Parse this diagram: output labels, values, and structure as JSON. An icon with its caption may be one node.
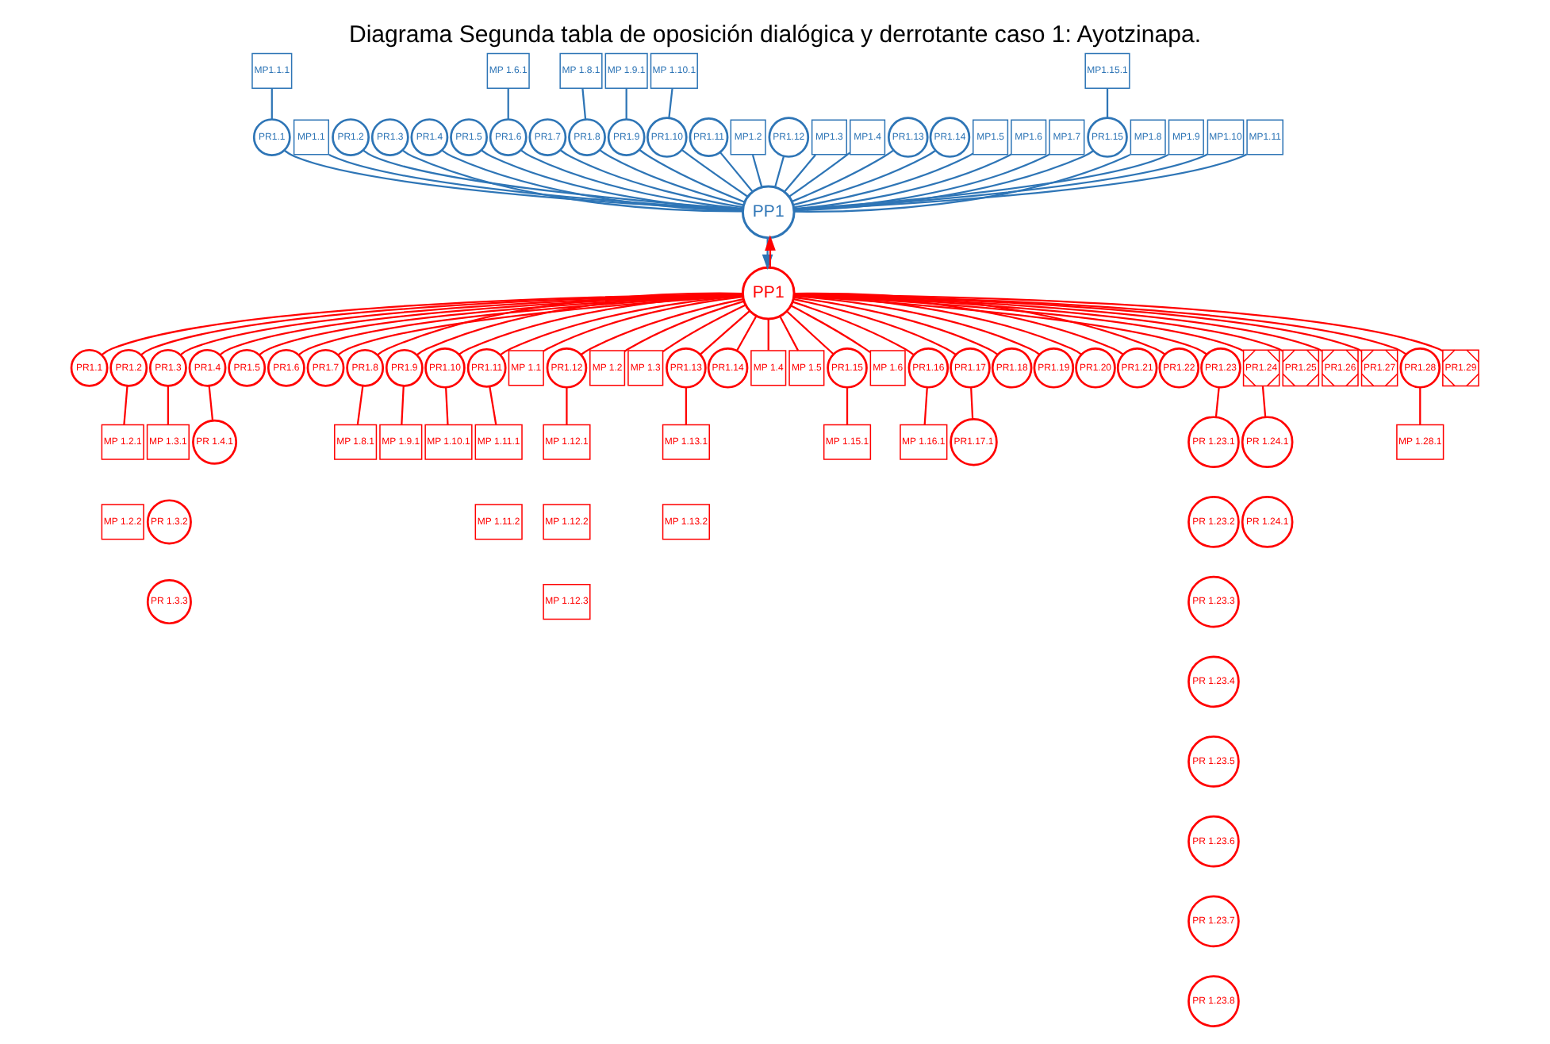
{
  "diagram": {
    "title": "Diagrama Segunda tabla de oposición dialógica y derrotante caso 1: Ayotzinapa.",
    "nodes": [
      {
        "text": [
          "MP1.1.1"
        ]
      },
      {
        "text": [
          "MP 1.6.1"
        ]
      },
      {
        "text": [
          "MP 1.8.1"
        ]
      },
      {
        "text": [
          "MP 1.9.1"
        ]
      },
      {
        "text": [
          "MP 1.10.1"
        ]
      },
      {
        "text": [
          "MP1.15.1"
        ]
      },
      {
        "text": [
          "PR1.1"
        ]
      },
      {
        "text": [
          "MP1.1"
        ]
      },
      {
        "text": [
          "PR1.2"
        ]
      },
      {
        "text": [
          "PR1.3"
        ]
      },
      {
        "text": [
          "PR1.4"
        ]
      },
      {
        "text": [
          "PR1.5"
        ]
      },
      {
        "text": [
          "PR1.6"
        ]
      },
      {
        "text": [
          "PR1.7"
        ]
      },
      {
        "text": [
          "PR1.8"
        ]
      },
      {
        "text": [
          "PR1.9"
        ]
      },
      {
        "text": [
          "PR1.10"
        ]
      },
      {
        "text": [
          "PR1.11"
        ]
      },
      {
        "text": [
          "MP1.2"
        ]
      },
      {
        "text": [
          "PR1.12"
        ]
      },
      {
        "text": [
          "MP1.3"
        ]
      },
      {
        "text": [
          "MP1.4"
        ]
      },
      {
        "text": [
          "PR1.13"
        ]
      },
      {
        "text": [
          "PR1.14"
        ]
      },
      {
        "text": [
          "MP1.5"
        ]
      },
      {
        "text": [
          "MP1.6"
        ]
      },
      {
        "text": [
          "MP1.7"
        ]
      },
      {
        "text": [
          "PR1.15"
        ]
      },
      {
        "text": [
          "MP1.8"
        ]
      },
      {
        "text": [
          "MP1.9"
        ]
      },
      {
        "text": [
          "MP1.10"
        ]
      },
      {
        "text": [
          "MP1.11"
        ]
      },
      {
        "text": [
          "PP1"
        ]
      },
      {
        "text": [
          "PP1"
        ]
      },
      {
        "text": [
          "PR1.1"
        ]
      },
      {
        "text": [
          "PR1.2"
        ]
      },
      {
        "text": [
          "PR1.3"
        ]
      },
      {
        "text": [
          "PR1.4"
        ]
      },
      {
        "text": [
          "PR1.5"
        ]
      },
      {
        "text": [
          "PR1.6"
        ]
      },
      {
        "text": [
          "PR1.7"
        ]
      },
      {
        "text": [
          "PR1.8"
        ]
      },
      {
        "text": [
          "PR1.9"
        ]
      },
      {
        "text": [
          "PR1.10"
        ]
      },
      {
        "text": [
          "PR1.11"
        ]
      },
      {
        "text": [
          "MP 1.1"
        ]
      },
      {
        "text": [
          "PR1.12"
        ]
      },
      {
        "text": [
          "MP 1.2"
        ]
      },
      {
        "text": [
          "MP 1.3"
        ]
      },
      {
        "text": [
          "PR1.13"
        ]
      },
      {
        "text": [
          "PR1.14"
        ]
      },
      {
        "text": [
          "MP 1.4"
        ]
      },
      {
        "text": [
          "MP 1.5"
        ]
      },
      {
        "text": [
          "PR1.15"
        ]
      },
      {
        "text": [
          "MP 1.6"
        ]
      },
      {
        "text": [
          "PR1.16"
        ]
      },
      {
        "text": [
          "PR1.17"
        ]
      },
      {
        "text": [
          "PR1.18"
        ]
      },
      {
        "text": [
          "PR1.19"
        ]
      },
      {
        "text": [
          "PR1.20"
        ]
      },
      {
        "text": [
          "PR1.21"
        ]
      },
      {
        "text": [
          "PR1.22"
        ]
      },
      {
        "text": [
          "PR1.23"
        ]
      },
      {
        "text": [
          "PR1.24"
        ]
      },
      {
        "text": [
          "PR1.25"
        ]
      },
      {
        "text": [
          "PR1.26"
        ]
      },
      {
        "text": [
          "PR1.27"
        ]
      },
      {
        "text": [
          "PR1.28"
        ]
      },
      {
        "text": [
          "PR1.29"
        ]
      },
      {
        "text": [
          "MP 1.2.1"
        ]
      },
      {
        "text": [
          "MP 1.3.1"
        ]
      },
      {
        "text": [
          "PR 1.4.1"
        ]
      },
      {
        "text": [
          "MP 1.8.1"
        ]
      },
      {
        "text": [
          "MP 1.9.1"
        ]
      },
      {
        "text": [
          "MP 1.10.1"
        ]
      },
      {
        "text": [
          "MP 1.11.1"
        ]
      },
      {
        "text": [
          "MP 1.12.1"
        ]
      },
      {
        "text": [
          "MP 1.13.1"
        ]
      },
      {
        "text": [
          "MP 1.15.1"
        ]
      },
      {
        "text": [
          "MP 1.16.1"
        ]
      },
      {
        "text": [
          "PR1.17.1"
        ]
      },
      {
        "text": [
          "PR 1.23.1"
        ]
      },
      {
        "text": [
          "PR 1.24.1"
        ]
      },
      {
        "text": [
          "MP 1.28.1"
        ]
      },
      {
        "text": [
          "MP 1.2.2"
        ]
      },
      {
        "text": [
          "PR 1.3.2"
        ]
      },
      {
        "text": [
          "MP 1.11.2"
        ]
      },
      {
        "text": [
          "MP 1.12.2"
        ]
      },
      {
        "text": [
          "MP 1.13.2"
        ]
      },
      {
        "text": [
          "PR 1.23.2"
        ]
      },
      {
        "text": [
          "PR 1.24.1"
        ]
      },
      {
        "text": [
          "PR 1.3.3"
        ]
      },
      {
        "text": [
          "MP 1.12.3"
        ]
      },
      {
        "text": [
          "PR 1.23.3"
        ]
      },
      {
        "text": [
          "PR 1.23.4"
        ]
      },
      {
        "text": [
          "PR 1.23.5"
        ]
      },
      {
        "text": [
          "PR 1.23.6"
        ]
      },
      {
        "text": [
          "PR 1.23.7"
        ]
      },
      {
        "text": [
          "PR 1.23.8"
        ]
      }
    ],
    "edges": [
      {
        "from": 0,
        "to": 6,
        "arrow": "none",
        "color": "#2e75b6"
      },
      {
        "from": 1,
        "to": 12,
        "arrow": "none",
        "color": "#2e75b6"
      },
      {
        "from": 2,
        "to": 14,
        "arrow": "none",
        "color": "#2e75b6"
      },
      {
        "from": 3,
        "to": 15,
        "arrow": "none",
        "color": "#2e75b6"
      },
      {
        "from": 4,
        "to": 16,
        "arrow": "none",
        "color": "#2e75b6"
      },
      {
        "from": 5,
        "to": 27,
        "arrow": "none",
        "color": "#2e75b6"
      },
      {
        "from": 6,
        "to": 32,
        "arrow": "none",
        "color": "#2e75b6"
      },
      {
        "from": 7,
        "to": 32,
        "arrow": "none",
        "color": "#2e75b6"
      },
      {
        "from": 8,
        "to": 32,
        "arrow": "none",
        "color": "#2e75b6"
      },
      {
        "from": 9,
        "to": 32,
        "arrow": "none",
        "color": "#2e75b6"
      },
      {
        "from": 10,
        "to": 32,
        "arrow": "none",
        "color": "#2e75b6"
      },
      {
        "from": 11,
        "to": 32,
        "arrow": "none",
        "color": "#2e75b6"
      },
      {
        "from": 12,
        "to": 32,
        "arrow": "none",
        "color": "#2e75b6"
      },
      {
        "from": 13,
        "to": 32,
        "arrow": "none",
        "color": "#2e75b6"
      },
      {
        "from": 14,
        "to": 32,
        "arrow": "none",
        "color": "#2e75b6"
      },
      {
        "from": 15,
        "to": 32,
        "arrow": "none",
        "color": "#2e75b6"
      },
      {
        "from": 16,
        "to": 32,
        "arrow": "none",
        "color": "#2e75b6"
      },
      {
        "from": 17,
        "to": 32,
        "arrow": "none",
        "color": "#2e75b6"
      },
      {
        "from": 18,
        "to": 32,
        "arrow": "none",
        "color": "#2e75b6"
      },
      {
        "from": 19,
        "to": 32,
        "arrow": "none",
        "color": "#2e75b6"
      },
      {
        "from": 20,
        "to": 32,
        "arrow": "none",
        "color": "#2e75b6"
      },
      {
        "from": 21,
        "to": 32,
        "arrow": "none",
        "color": "#2e75b6"
      },
      {
        "from": 22,
        "to": 32,
        "arrow": "none",
        "color": "#2e75b6"
      },
      {
        "from": 23,
        "to": 32,
        "arrow": "none",
        "color": "#2e75b6"
      },
      {
        "from": 24,
        "to": 32,
        "arrow": "none",
        "color": "#2e75b6"
      },
      {
        "from": 25,
        "to": 32,
        "arrow": "none",
        "color": "#2e75b6"
      },
      {
        "from": 26,
        "to": 32,
        "arrow": "none",
        "color": "#2e75b6"
      },
      {
        "from": 27,
        "to": 32,
        "arrow": "none",
        "color": "#2e75b6"
      },
      {
        "from": 28,
        "to": 32,
        "arrow": "none",
        "color": "#2e75b6"
      },
      {
        "from": 29,
        "to": 32,
        "arrow": "none",
        "color": "#2e75b6"
      },
      {
        "from": 30,
        "to": 32,
        "arrow": "none",
        "color": "#2e75b6"
      },
      {
        "from": 31,
        "to": 32,
        "arrow": "none",
        "color": "#2e75b6"
      },
      {
        "from": 32,
        "to": 33,
        "arrow": "to",
        "color": "#2e75b6"
      },
      {
        "from": 33,
        "to": 32,
        "arrow": "to"
      },
      {
        "from": 33,
        "to": 34,
        "arrow": "none"
      },
      {
        "from": 33,
        "to": 35,
        "arrow": "none"
      },
      {
        "from": 33,
        "to": 36,
        "arrow": "none"
      },
      {
        "from": 33,
        "to": 37,
        "arrow": "none"
      },
      {
        "from": 33,
        "to": 38,
        "arrow": "none"
      },
      {
        "from": 33,
        "to": 39,
        "arrow": "none"
      },
      {
        "from": 33,
        "to": 40,
        "arrow": "none"
      },
      {
        "from": 33,
        "to": 41,
        "arrow": "none"
      },
      {
        "from": 33,
        "to": 42,
        "arrow": "none"
      },
      {
        "from": 33,
        "to": 43,
        "arrow": "none"
      },
      {
        "from": 33,
        "to": 44,
        "arrow": "none"
      },
      {
        "from": 33,
        "to": 45,
        "arrow": "none"
      },
      {
        "from": 33,
        "to": 46,
        "arrow": "none"
      },
      {
        "from": 33,
        "to": 47,
        "arrow": "none"
      },
      {
        "from": 33,
        "to": 48,
        "arrow": "none"
      },
      {
        "from": 33,
        "to": 49,
        "arrow": "none"
      },
      {
        "from": 33,
        "to": 50,
        "arrow": "none"
      },
      {
        "from": 33,
        "to": 51,
        "arrow": "none"
      },
      {
        "from": 33,
        "to": 52,
        "arrow": "none"
      },
      {
        "from": 33,
        "to": 53,
        "arrow": "none"
      },
      {
        "from": 33,
        "to": 54,
        "arrow": "none"
      },
      {
        "from": 33,
        "to": 55,
        "arrow": "none"
      },
      {
        "from": 33,
        "to": 56,
        "arrow": "none"
      },
      {
        "from": 33,
        "to": 57,
        "arrow": "none"
      },
      {
        "from": 33,
        "to": 58,
        "arrow": "none"
      },
      {
        "from": 33,
        "to": 59,
        "arrow": "none"
      },
      {
        "from": 33,
        "to": 60,
        "arrow": "none"
      },
      {
        "from": 33,
        "to": 61,
        "arrow": "none"
      },
      {
        "from": 33,
        "to": 62,
        "arrow": "none"
      },
      {
        "from": 33,
        "to": 63,
        "arrow": "none"
      },
      {
        "from": 33,
        "to": 64,
        "arrow": "none"
      },
      {
        "from": 33,
        "to": 65,
        "arrow": "none"
      },
      {
        "from": 33,
        "to": 66,
        "arrow": "none"
      },
      {
        "from": 33,
        "to": 67,
        "arrow": "none"
      },
      {
        "from": 33,
        "to": 68,
        "arrow": "none"
      },
      {
        "from": 35,
        "to": 69,
        "arrow": "none"
      },
      {
        "from": 36,
        "to": 70,
        "arrow": "none"
      },
      {
        "from": 37,
        "to": 71,
        "arrow": "none"
      },
      {
        "from": 41,
        "to": 72,
        "arrow": "none"
      },
      {
        "from": 42,
        "to": 73,
        "arrow": "none"
      },
      {
        "from": 43,
        "to": 74,
        "arrow": "none"
      },
      {
        "from": 44,
        "to": 75,
        "arrow": "none"
      },
      {
        "from": 46,
        "to": 76,
        "arrow": "none"
      },
      {
        "from": 49,
        "to": 77,
        "arrow": "none"
      },
      {
        "from": 53,
        "to": 78,
        "arrow": "none"
      },
      {
        "from": 55,
        "to": 79,
        "arrow": "none"
      },
      {
        "from": 56,
        "to": 80,
        "arrow": "none"
      },
      {
        "from": 62,
        "to": 81,
        "arrow": "none"
      },
      {
        "from": 63,
        "to": 82,
        "arrow": "none"
      },
      {
        "from": 67,
        "to": 83,
        "arrow": "none"
      }
    ]
  }
}
